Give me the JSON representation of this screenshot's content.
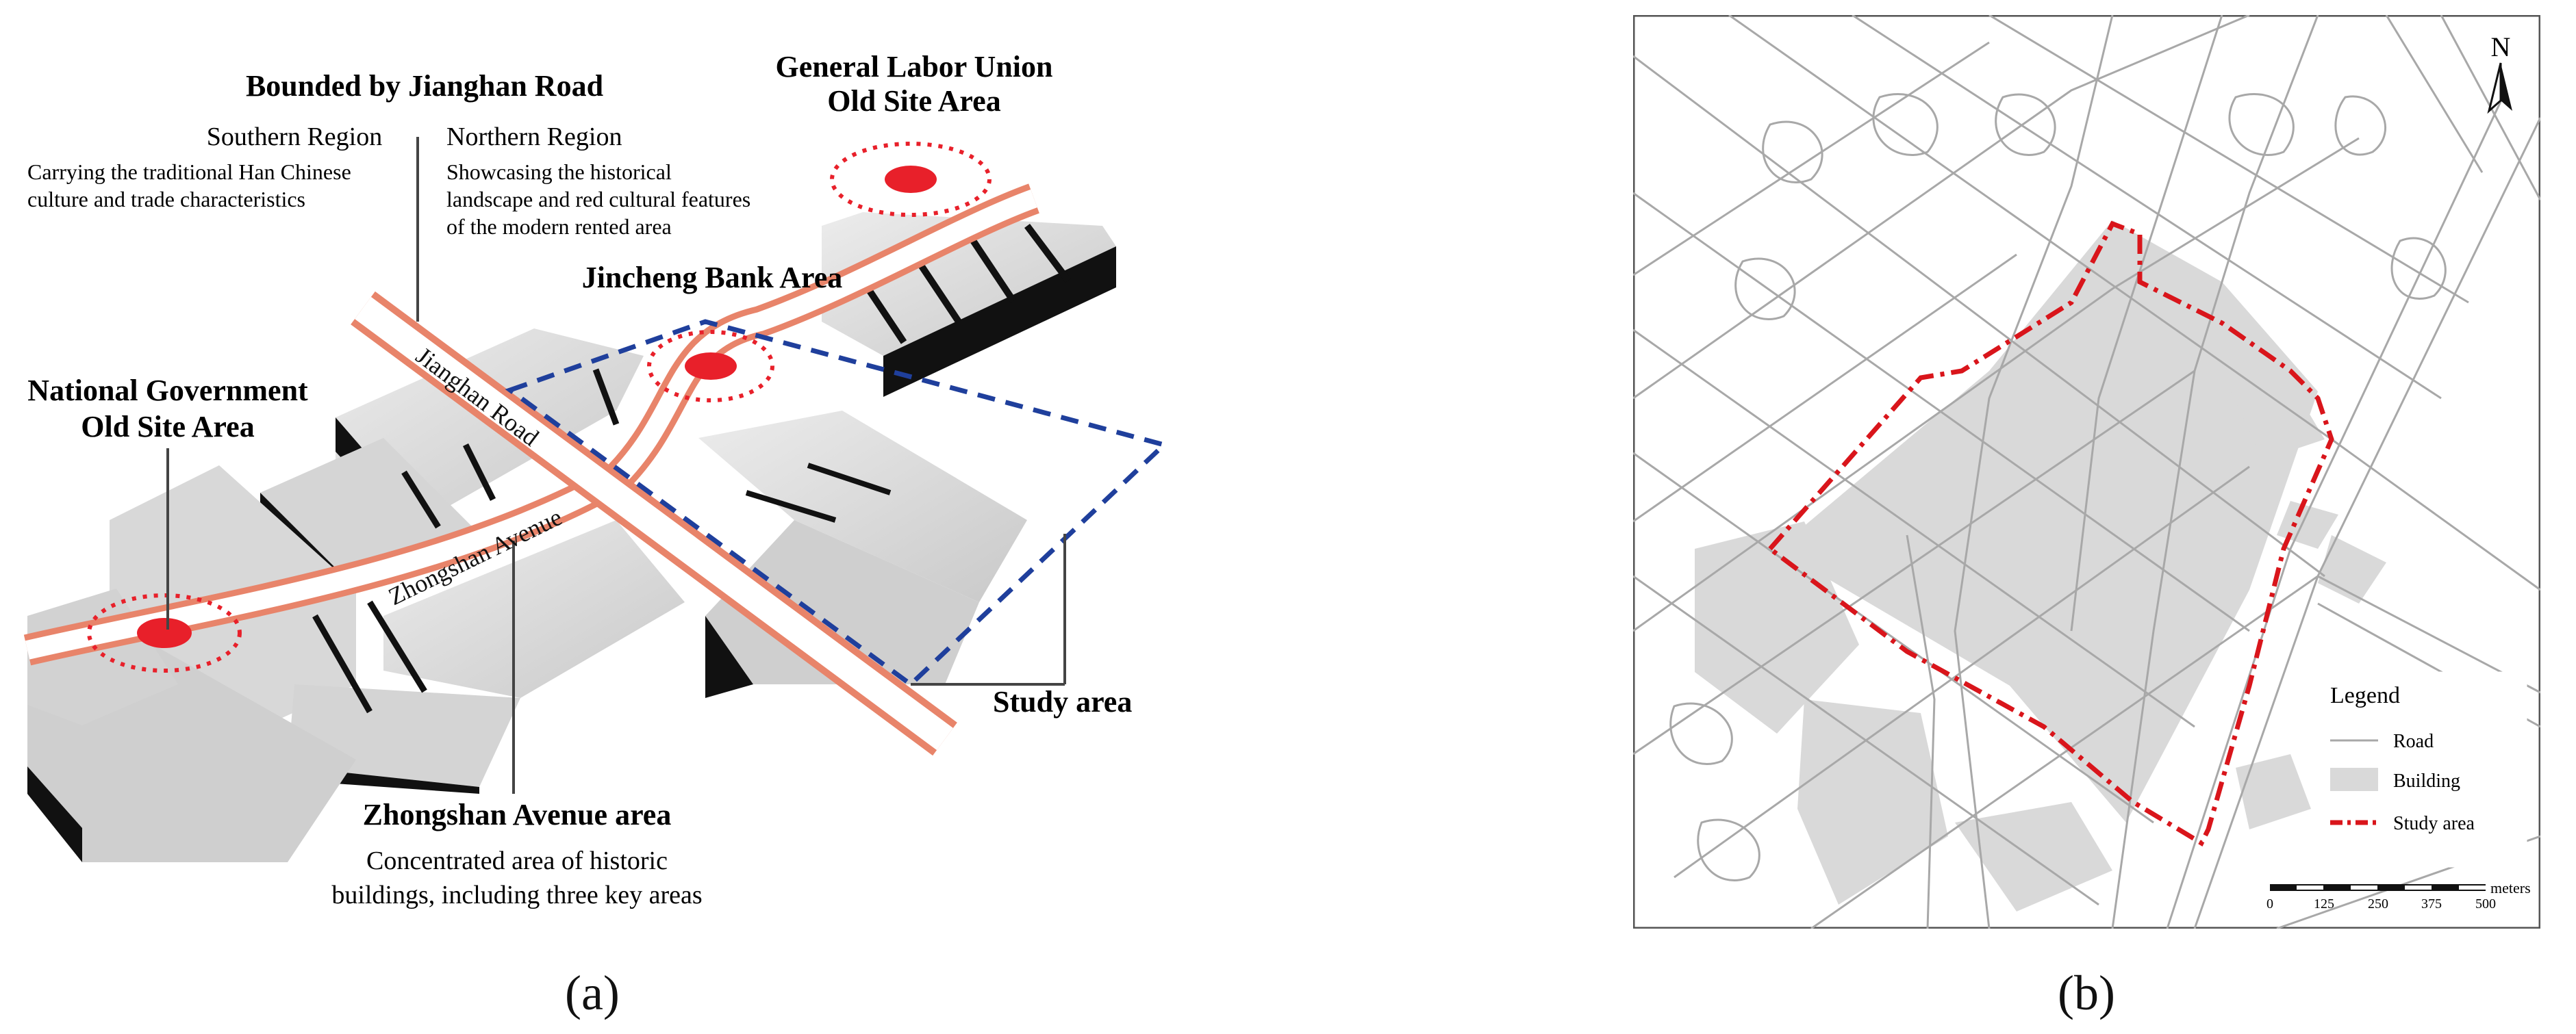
{
  "panel_a": {
    "bounded": {
      "title": "Bounded by Jianghan Road",
      "south_title": "Southern Region",
      "south_line1": "Carrying the traditional Han Chinese",
      "south_line2": "culture and trade characteristics",
      "north_title": "Northern Region",
      "north_line1": "Showcasing the historical",
      "north_line2": "landscape and red cultural features",
      "north_line3": "of the modern rented area"
    },
    "labor_union_line1": "General Labor Union",
    "labor_union_line2": "Old Site Area",
    "jincheng": "Jincheng Bank Area",
    "natgov_line1": "National Government",
    "natgov_line2": "Old Site Area",
    "jianghan_road": "Jianghan Road",
    "zhongshan_avenue": "Zhongshan Avenue",
    "study_area": "Study area",
    "zs_area_title": "Zhongshan Avenue area",
    "zs_area_line1": "Concentrated area of historic",
    "zs_area_line2": "buildings, including three key areas",
    "caption": "(a)"
  },
  "panel_b": {
    "north": "N",
    "legend": {
      "title": "Legend",
      "road": "Road",
      "building": "Building",
      "study_area": "Study area"
    },
    "scale": {
      "ticks": [
        "0",
        "125",
        "250",
        "375",
        "500"
      ],
      "unit": "meters"
    },
    "caption": "(b)"
  },
  "colors": {
    "road_red": "#e8846a",
    "marker_red": "#e8202a",
    "study_blue": "#1f3f9c",
    "building_gray": "#d9d9d9",
    "boundary_red": "#d9151b"
  }
}
